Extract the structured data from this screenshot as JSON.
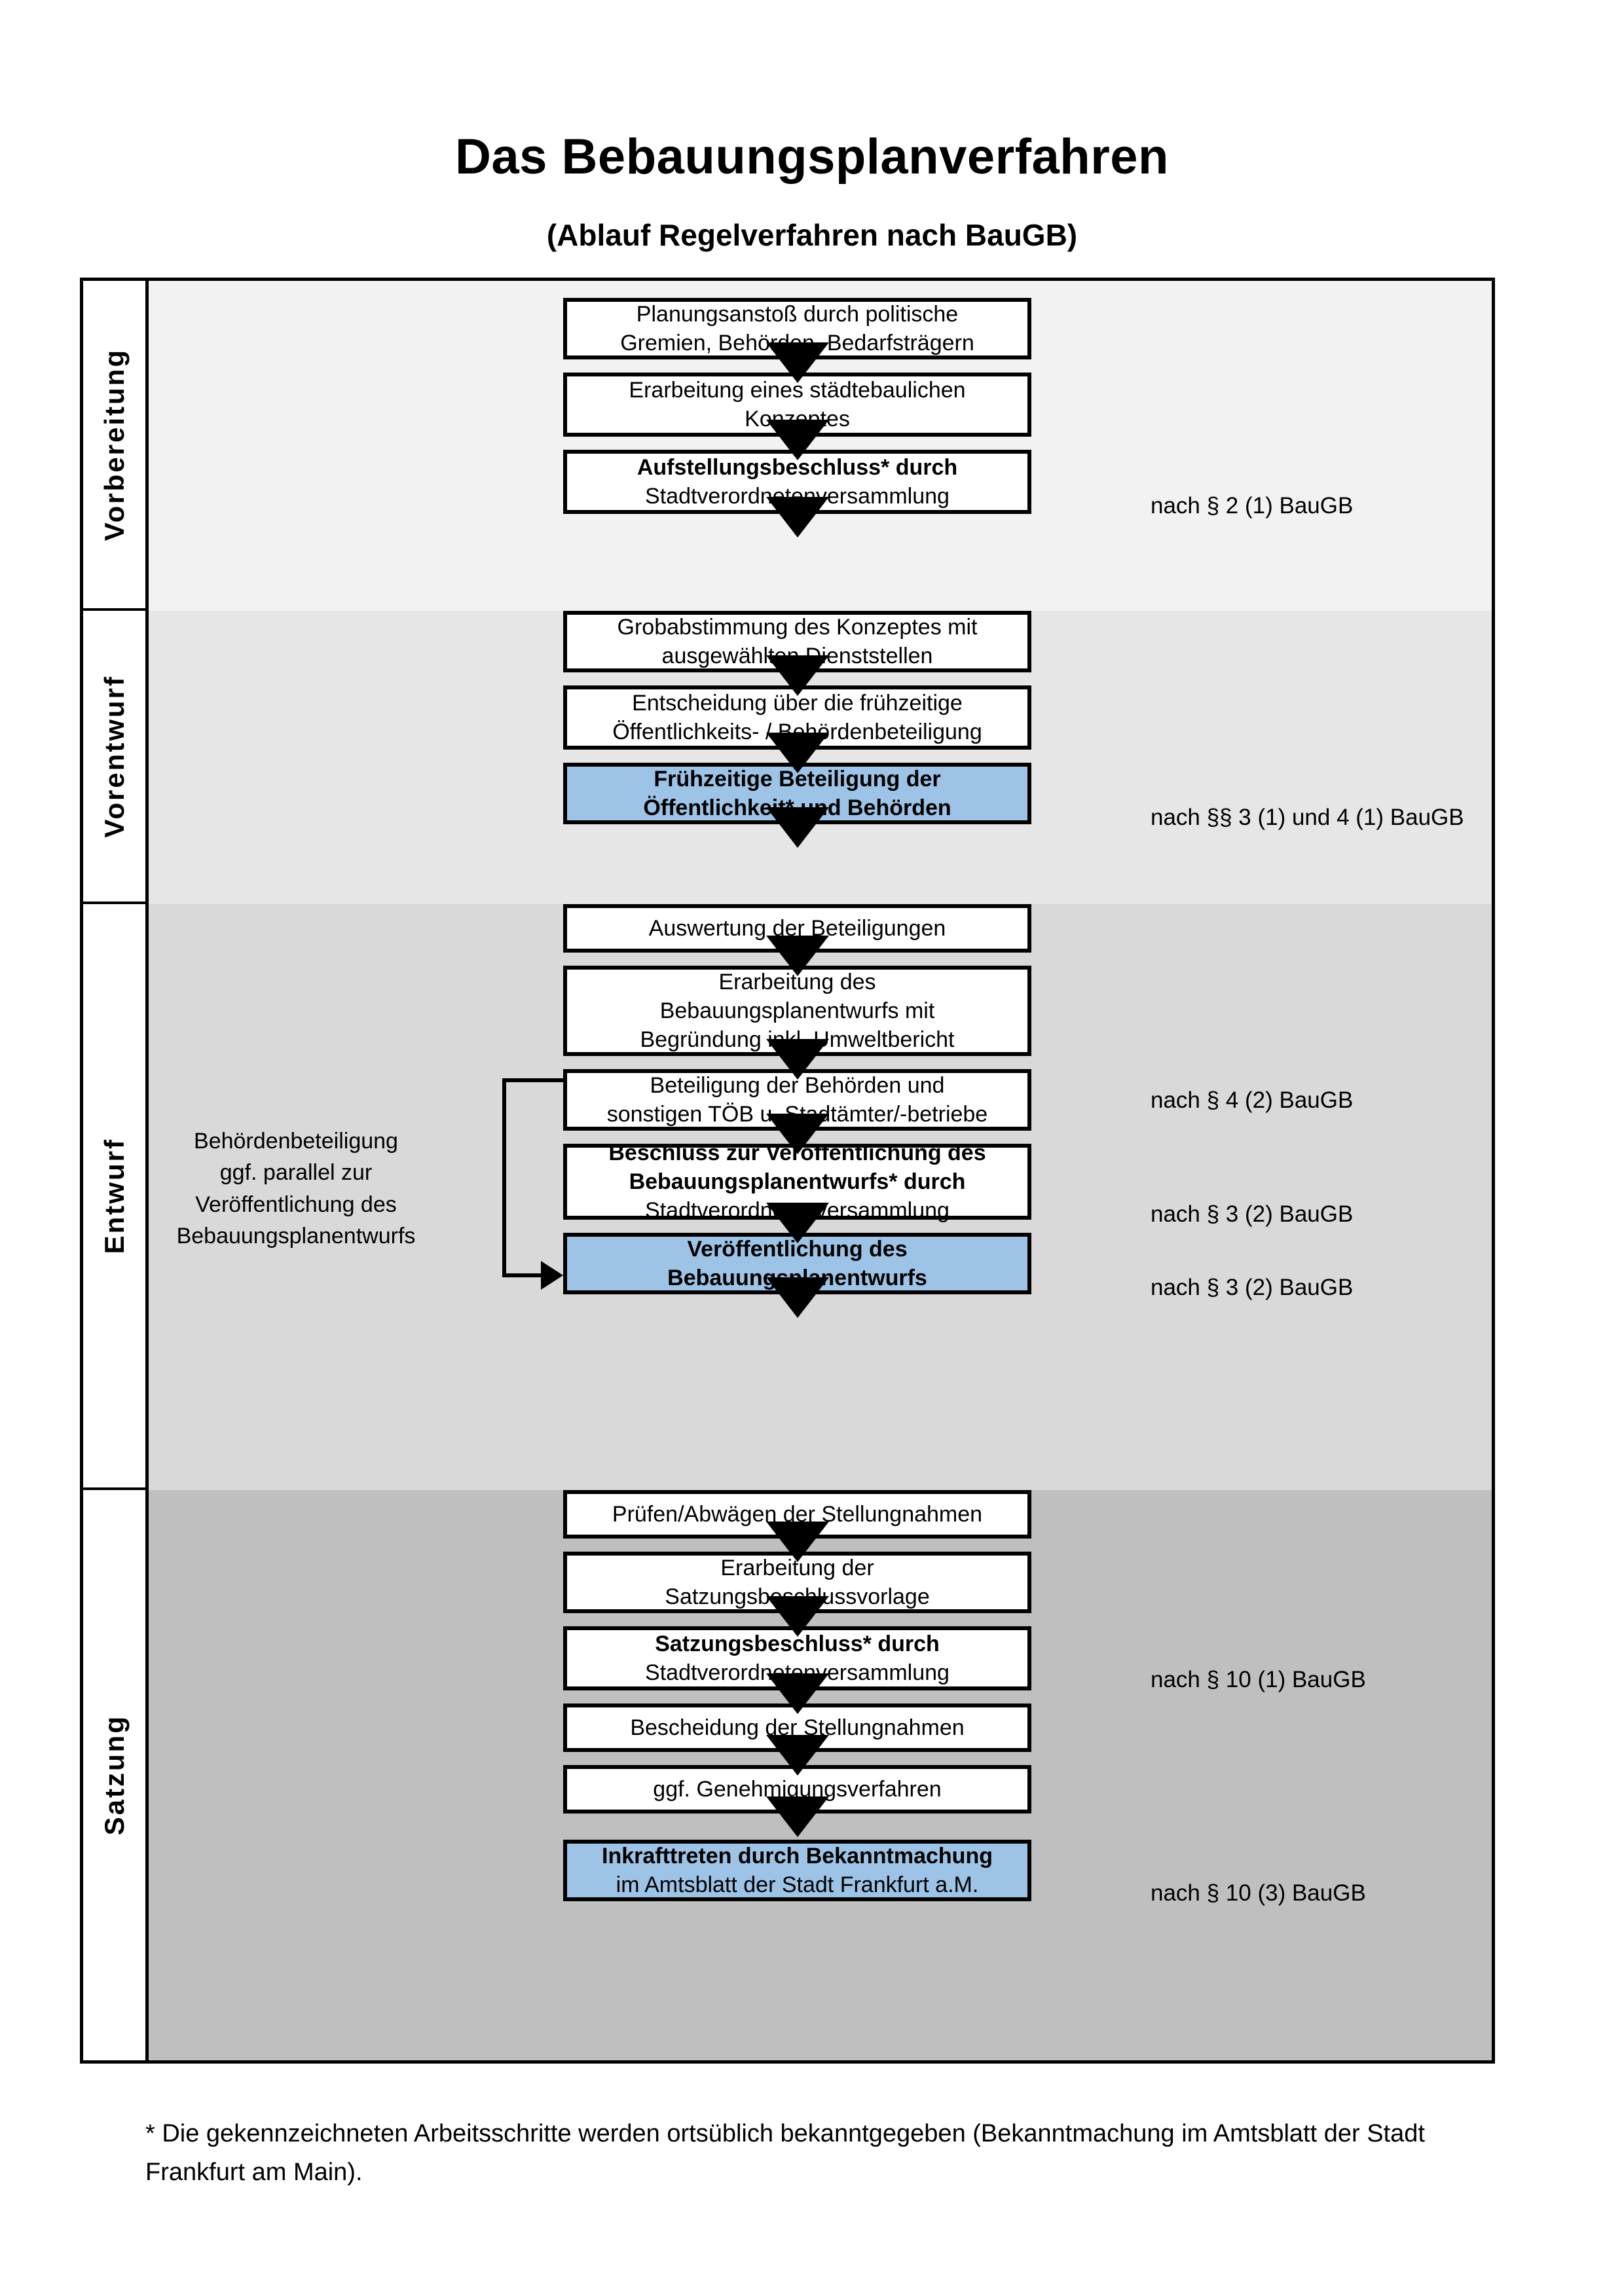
{
  "header": {
    "title": "Das Bebauungsplanverfahren",
    "subtitle": "(Ablauf Regelverfahren nach BauGB)"
  },
  "phases": [
    {
      "id": "vorbereitung",
      "label": "Vorbereitung",
      "background": "#F2F2F2"
    },
    {
      "id": "vorentwurf",
      "label": "Vorentwurf",
      "background": "#E6E6E6"
    },
    {
      "id": "entwurf",
      "label": "Entwurf",
      "background": "#D9D9D9"
    },
    {
      "id": "satzung",
      "label": "Satzung",
      "background": "#BFBFBF"
    }
  ],
  "steps": [
    {
      "id": "s1",
      "phase": "vorbereitung",
      "highlight": false,
      "lines": [
        {
          "text": "Planungsanstoß durch politische",
          "bold": false
        },
        {
          "text": "Gremien, Behörden, Bedarfsträgern",
          "bold": false
        }
      ]
    },
    {
      "id": "s2",
      "phase": "vorbereitung",
      "highlight": false,
      "lines": [
        {
          "text": "Erarbeitung eines städtebaulichen",
          "bold": false
        },
        {
          "text": "Konzeptes",
          "bold": false
        }
      ]
    },
    {
      "id": "s3",
      "phase": "vorbereitung",
      "highlight": false,
      "lines": [
        {
          "text": "Aufstellungsbeschluss* durch",
          "bold": true
        },
        {
          "text": "Stadtverordnetenversammlung",
          "bold": false
        }
      ]
    },
    {
      "id": "s4",
      "phase": "vorentwurf",
      "highlight": false,
      "lines": [
        {
          "text": "Grobabstimmung des Konzeptes mit",
          "bold": false
        },
        {
          "text": "ausgewählten Dienststellen",
          "bold": false
        }
      ]
    },
    {
      "id": "s5",
      "phase": "vorentwurf",
      "highlight": false,
      "lines": [
        {
          "text": "Entscheidung über die frühzeitige",
          "bold": false
        },
        {
          "text": "Öffentlichkeits- / Behördenbeteiligung",
          "bold": false
        }
      ]
    },
    {
      "id": "s6",
      "phase": "vorentwurf",
      "highlight": true,
      "lines": [
        {
          "text": "Frühzeitige Beteiligung der",
          "bold": true
        },
        {
          "text": "Öffentlichkeit* und Behörden",
          "bold": true
        }
      ]
    },
    {
      "id": "s7",
      "phase": "entwurf",
      "highlight": false,
      "lines": [
        {
          "text": "Auswertung der Beteiligungen",
          "bold": false
        }
      ]
    },
    {
      "id": "s8",
      "phase": "entwurf",
      "highlight": false,
      "lines": [
        {
          "text": "Erarbeitung des",
          "bold": false
        },
        {
          "text": "Bebauungsplanentwurfs mit",
          "bold": false
        },
        {
          "text": "Begründung inkl. Umweltbericht",
          "bold": false
        }
      ]
    },
    {
      "id": "s9",
      "phase": "entwurf",
      "highlight": false,
      "lines": [
        {
          "text": "Beteiligung der Behörden und",
          "bold": false
        },
        {
          "text": "sonstigen TÖB u. Stadtämter/-betriebe",
          "bold": false
        }
      ]
    },
    {
      "id": "s10",
      "phase": "entwurf",
      "highlight": false,
      "lines": [
        {
          "text": "Beschluss zur Veröffentlichung des",
          "bold": true
        },
        {
          "text": "Bebauungsplanentwurfs* durch",
          "bold": true
        },
        {
          "text": "Stadtverordnetenversammlung",
          "bold": false
        }
      ]
    },
    {
      "id": "s11",
      "phase": "entwurf",
      "highlight": true,
      "lines": [
        {
          "text": "Veröffentlichung des",
          "bold": true
        },
        {
          "text": "Bebauungsplanentwurfs",
          "bold": true
        }
      ]
    },
    {
      "id": "s12",
      "phase": "satzung",
      "highlight": false,
      "lines": [
        {
          "text": "Prüfen/Abwägen der Stellungnahmen",
          "bold": false
        }
      ]
    },
    {
      "id": "s13",
      "phase": "satzung",
      "highlight": false,
      "lines": [
        {
          "text": "Erarbeitung der",
          "bold": false
        },
        {
          "text": "Satzungsbeschlussvorlage",
          "bold": false
        }
      ]
    },
    {
      "id": "s14",
      "phase": "satzung",
      "highlight": false,
      "lines": [
        {
          "text": "Satzungsbeschluss* durch",
          "bold": true
        },
        {
          "text": "Stadtverordnetenversammlung",
          "bold": false
        }
      ]
    },
    {
      "id": "s15",
      "phase": "satzung",
      "highlight": false,
      "lines": [
        {
          "text": "Bescheidung der Stellungnahmen",
          "bold": false
        }
      ]
    },
    {
      "id": "s16",
      "phase": "satzung",
      "highlight": false,
      "lines": [
        {
          "text": "ggf. Genehmigungsverfahren",
          "bold": false
        }
      ]
    },
    {
      "id": "s17",
      "phase": "satzung",
      "highlight": true,
      "lines": [
        {
          "text": "Inkrafttreten durch Bekanntmachung",
          "bold": true
        },
        {
          "text": "im Amtsblatt der Stadt Frankfurt a.M.",
          "bold": false
        }
      ]
    }
  ],
  "references": [
    {
      "id": "r1",
      "text": "nach § 2 (1) BauGB",
      "step": "s3"
    },
    {
      "id": "r2",
      "text": "nach §§ 3 (1) und 4 (1) BauGB",
      "step": "s6"
    },
    {
      "id": "r3",
      "text": "nach § 4 (2) BauGB",
      "step": "s9"
    },
    {
      "id": "r4",
      "text": "nach § 3 (2) BauGB",
      "step": "s10"
    },
    {
      "id": "r5",
      "text": "nach § 3 (2) BauGB",
      "step": "s11"
    },
    {
      "id": "r6",
      "text": "nach § 10 (1) BauGB",
      "step": "s14"
    },
    {
      "id": "r7",
      "text": "nach § 10 (3) BauGB",
      "step": "s17"
    }
  ],
  "sidenote": {
    "lines": [
      "Behördenbeteiligung",
      "ggf. parallel zur",
      "Veröffentlichung des",
      "Bebauungsplanentwurfs"
    ]
  },
  "footnote": {
    "text": "* Die gekennzeichneten Arbeitsschritte werden ortsüblich bekanntgegeben (Bekanntmachung im Amtsblatt  der Stadt Frankfurt am Main)."
  },
  "colors": {
    "highlight": "#9DC3E6",
    "box_border": "#000000",
    "phase_1": "#F2F2F2",
    "phase_2": "#E6E6E6",
    "phase_3": "#D9D9D9",
    "phase_4": "#BFBFBF"
  }
}
